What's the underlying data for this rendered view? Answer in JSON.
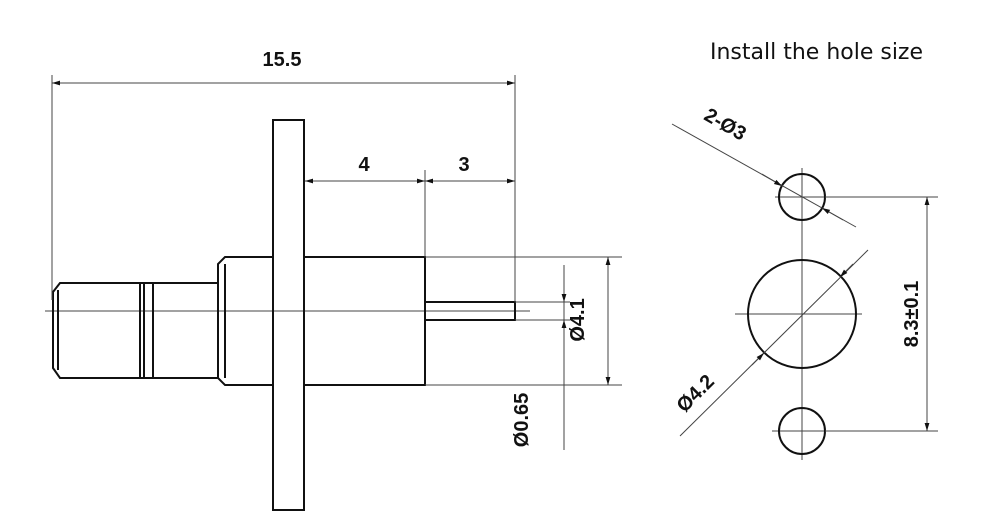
{
  "title": "Install the hole size",
  "side_view": {
    "overall_length": "15.5",
    "body_length": "4",
    "pin_length": "3",
    "body_diameter": "Ø4.1",
    "pin_diameter": "Ø0.65"
  },
  "hole_pattern": {
    "small_holes": "2-Ø3",
    "center_hole": "Ø4.2",
    "hole_spacing": "8.3±0.1"
  }
}
